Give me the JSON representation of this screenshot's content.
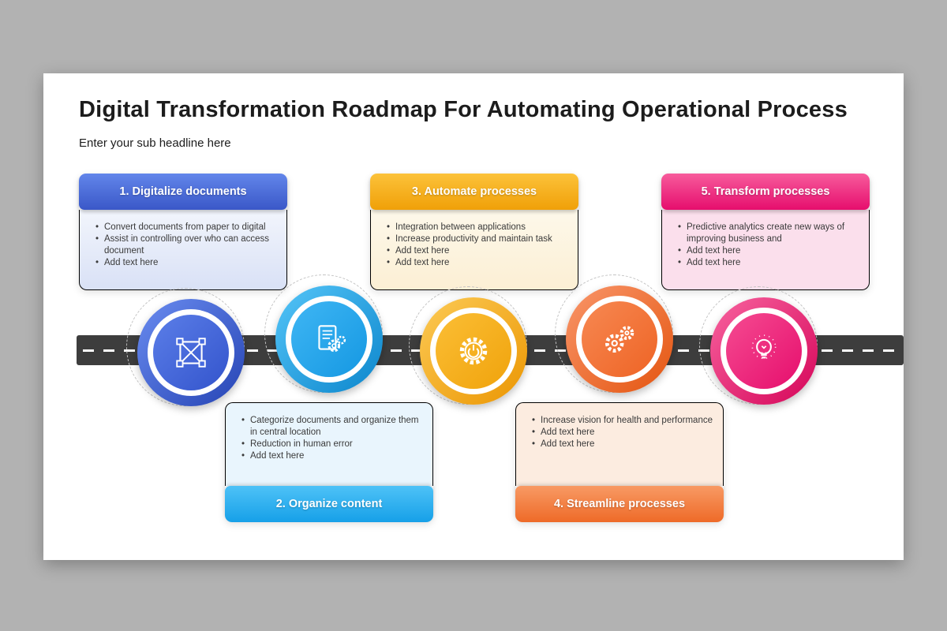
{
  "slide": {
    "title": "Digital Transformation Roadmap For Automating Operational Process",
    "subtitle": "Enter your sub headline here"
  },
  "road": {
    "color": "#3d3d3d",
    "line_color": "#ffffff"
  },
  "steps": [
    {
      "title": "1. Digitalize documents",
      "icon": "package-icon",
      "accent": "#3f63d2",
      "position": "top",
      "bullets": [
        "Convert documents from paper to digital",
        "Assist in controlling over who can access document",
        "Add text here"
      ]
    },
    {
      "title": "2. Organize content",
      "icon": "document-gear-icon",
      "accent": "#1ea0e6",
      "position": "bottom",
      "bullets": [
        "Categorize documents and organize them in central location",
        "Reduction in human error",
        "Add text here"
      ]
    },
    {
      "title": "3. Automate processes",
      "icon": "gear-power-icon",
      "accent": "#f5a81c",
      "position": "top",
      "bullets": [
        "Integration between applications",
        "Increase productivity and maintain task",
        "Add text here",
        "Add text here"
      ]
    },
    {
      "title": "4. Streamline processes",
      "icon": "gears-icon",
      "accent": "#f0713a",
      "position": "bottom",
      "bullets": [
        "Increase vision for health and performance",
        "Add text here",
        "Add text here"
      ]
    },
    {
      "title": "5. Transform processes",
      "icon": "bulb-icon",
      "accent": "#ec1a72",
      "position": "top",
      "bullets": [
        "Predictive analytics create new ways of improving business and",
        "Add text here",
        "Add text here"
      ]
    }
  ]
}
